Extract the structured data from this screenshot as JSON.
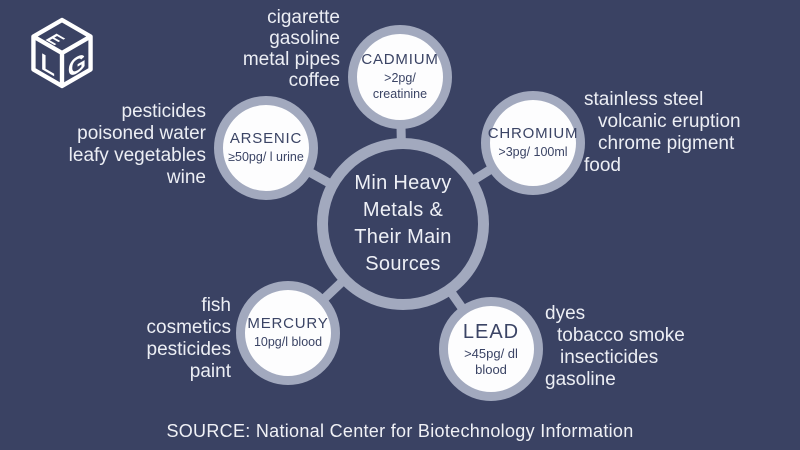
{
  "colors": {
    "background": "#3a4263",
    "ring": "#a2a9be",
    "circle_fill": "#fdfdfe",
    "text_light": "#eef0f6",
    "text_dark": "#3b4465"
  },
  "logo": {
    "icon": "cube-logo-icon",
    "letters": "ELG"
  },
  "center": {
    "title": "Min Heavy Metals & Their Main Sources"
  },
  "metals": [
    {
      "id": "cadmium",
      "name": "CADMIUM",
      "value": ">2pg/ creatinine",
      "sources": [
        "cigarette",
        "gasoline",
        "metal pipes",
        "coffee"
      ]
    },
    {
      "id": "arsenic",
      "name": "ARSENIC",
      "value": "≥50pg/ l urine",
      "sources": [
        "pesticides",
        "poisoned water",
        "leafy vegetables",
        "wine"
      ]
    },
    {
      "id": "chromium",
      "name": "CHROMIUM",
      "value": ">3pg/ 100ml",
      "sources": [
        "stainless steel",
        "volcanic eruption",
        "chrome pigment",
        "food"
      ]
    },
    {
      "id": "mercury",
      "name": "MERCURY",
      "value": "10pg/l blood",
      "sources": [
        "fish",
        "cosmetics",
        "pesticides",
        "paint"
      ]
    },
    {
      "id": "lead",
      "name": "LEAD",
      "value": ">45pg/ dl blood",
      "sources": [
        "dyes",
        "tobacco smoke",
        "insecticides",
        "gasoline"
      ]
    }
  ],
  "footer": {
    "source_text": "SOURCE: National Center for Biotechnology Information"
  }
}
